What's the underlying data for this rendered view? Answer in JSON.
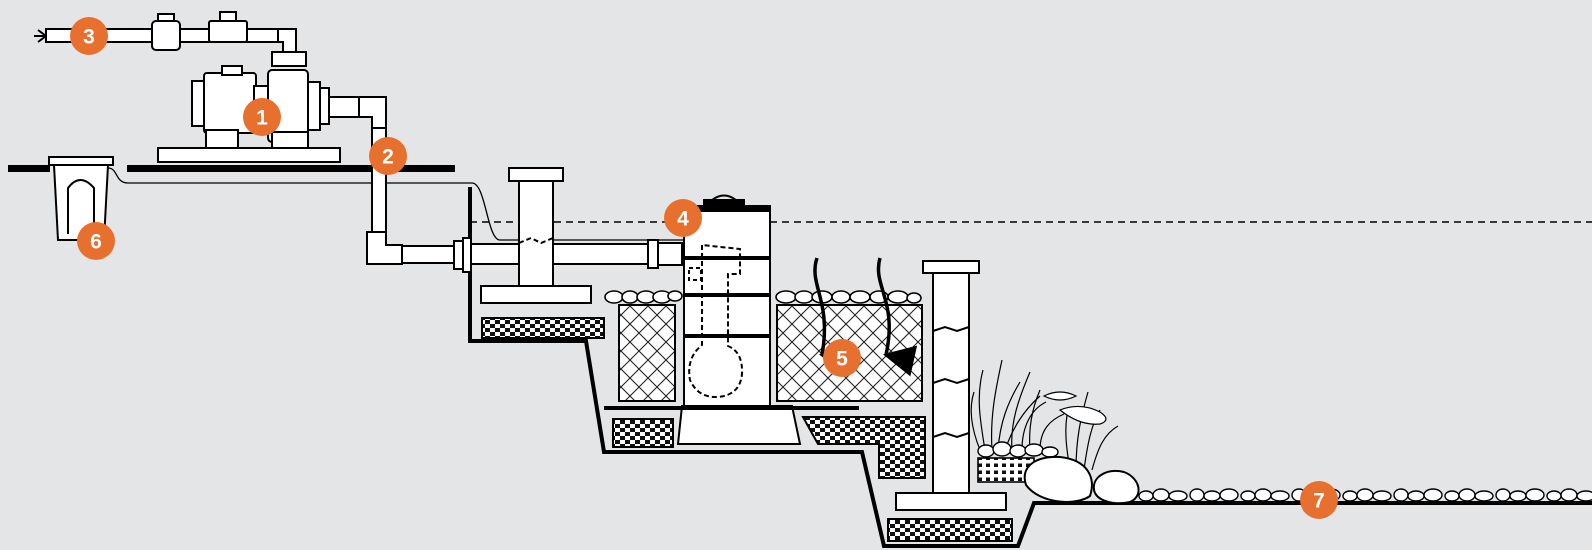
{
  "colors": {
    "background": "#e4e5e7",
    "badge": "#e8702f",
    "badge_text": "#ffffff",
    "line": "#000000",
    "fill": "#ffffff"
  },
  "badges": [
    {
      "id": "pump",
      "label": "1"
    },
    {
      "id": "pipe",
      "label": "2"
    },
    {
      "id": "valve-line",
      "label": "3"
    },
    {
      "id": "filter",
      "label": "4"
    },
    {
      "id": "wetland-gravel",
      "label": "5"
    },
    {
      "id": "skimmer",
      "label": "6"
    },
    {
      "id": "pond-bottom",
      "label": "7"
    }
  ]
}
